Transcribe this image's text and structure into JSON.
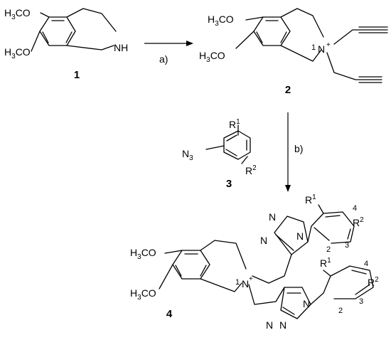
{
  "compounds": {
    "c1": "1",
    "c2": "2",
    "c3": "3",
    "c4": "4"
  },
  "steps": {
    "a": "a)",
    "b": "b)"
  },
  "groups": {
    "methoxy_left": {
      "h": "H",
      "sub": "3",
      "rest": "CO"
    },
    "methoxy_right": {
      "h": "H",
      "sub": "3",
      "rest": "CO"
    },
    "nh": "NH",
    "n": "N",
    "n_charge": "+",
    "azide": {
      "n": "N",
      "sub": "3"
    },
    "r": "R",
    "sup1": "1",
    "sup2": "2"
  },
  "positions": {
    "p1": "1",
    "p2": "2",
    "p3": "3",
    "p4": "4"
  }
}
